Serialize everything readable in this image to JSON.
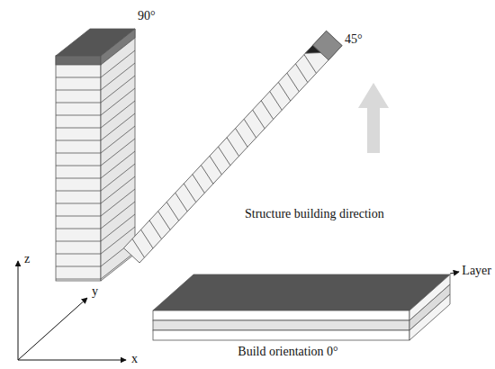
{
  "diagram": {
    "labels": [
      "90°",
      "45°",
      "Structure building direction",
      "Layer",
      "Build orientation 0°",
      "z",
      "y",
      "x"
    ]
  }
}
